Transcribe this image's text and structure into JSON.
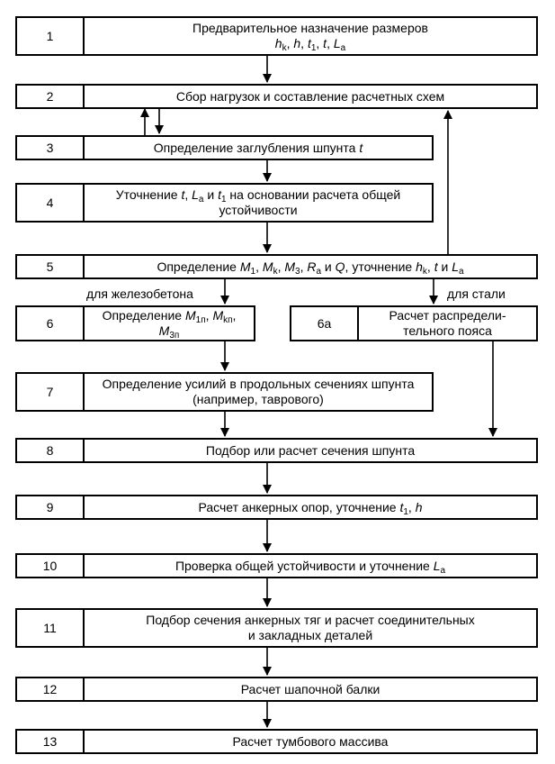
{
  "steps": [
    {
      "n": "1",
      "lines": [
        "Предварительное назначение размеров",
        "<i>h</i><sub>k</sub>, <i>h</i>, <i>t</i><sub>1</sub>, <i>t</i>, <i>L</i><sub>a</sub>"
      ]
    },
    {
      "n": "2",
      "lines": [
        "Сбор нагрузок и составление расчетных схем"
      ]
    },
    {
      "n": "3",
      "lines": [
        "Определение заглубления шпунта <i>t</i>"
      ]
    },
    {
      "n": "4",
      "lines": [
        "Уточнение <i>t</i>, <i>L</i><sub>a</sub> и <i>t</i><sub>1</sub> на основании расчета общей",
        "устойчивости"
      ]
    },
    {
      "n": "5",
      "lines": [
        "Определение <i>M</i><sub>1</sub>, <i>M</i><sub>k</sub>, <i>M</i><sub>3</sub>, <i>R</i><sub>a</sub> и <i>Q</i>, уточнение <i>h</i><sub>k</sub>, <i>t</i> и <i>L</i><sub>a</sub>"
      ]
    },
    {
      "n": "6",
      "lines": [
        "Определение <i>M</i><sub>1п</sub>, <i>M</i><sub>kп</sub>,",
        "<i>M</i><sub>3п</sub>"
      ]
    },
    {
      "n": "6а",
      "lines": [
        "Расчет распредели-",
        "тельного пояса"
      ]
    },
    {
      "n": "7",
      "lines": [
        "Определение усилий в продольных сечениях шпунта",
        "(например, таврового)"
      ]
    },
    {
      "n": "8",
      "lines": [
        "Подбор или расчет сечения шпунта"
      ]
    },
    {
      "n": "9",
      "lines": [
        "Расчет анкерных опор, уточнение <i>t</i><sub>1</sub>, <i>h</i>"
      ]
    },
    {
      "n": "10",
      "lines": [
        "Проверка общей устойчивости и уточнение <i>L</i><sub>a</sub>"
      ]
    },
    {
      "n": "11",
      "lines": [
        "Подбор сечения анкерных тяг и расчет соединительных",
        "и закладных деталей"
      ]
    },
    {
      "n": "12",
      "lines": [
        "Расчет шапочной балки"
      ]
    },
    {
      "n": "13",
      "lines": [
        "Расчет тумбового массива"
      ]
    }
  ],
  "branch_labels": {
    "concrete": "для железобетона",
    "steel": "для стали"
  }
}
